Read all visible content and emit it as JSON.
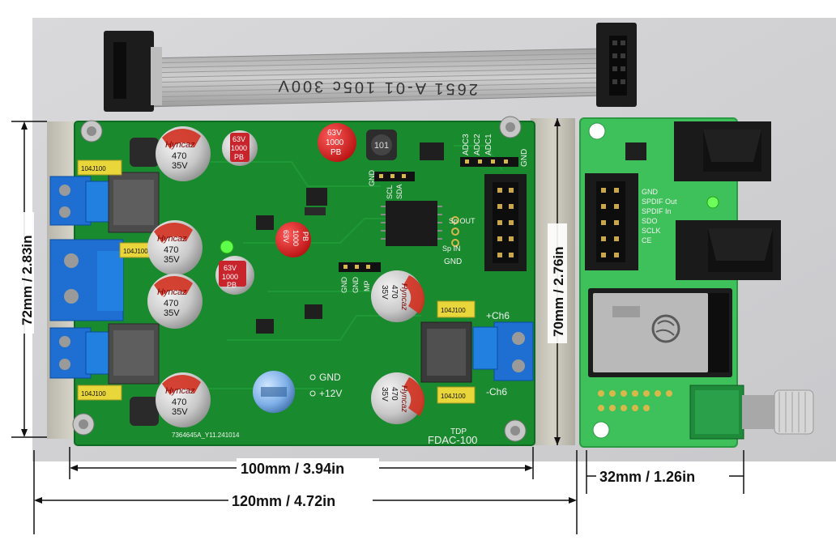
{
  "dimensions": {
    "width_100": "100mm / 3.94in",
    "width_120": "120mm / 4.72in",
    "width_32": "32mm / 1.26in",
    "height_72": "72mm / 2.83in",
    "height_70": "70mm / 2.76in"
  },
  "cable": {
    "text": "2651 A-01 105c 300V"
  },
  "main_board": {
    "labels": {
      "ch6_plus": "+Ch6",
      "ch6_minus": "-Ch6",
      "gnd": "GND",
      "plus12v": "+12V",
      "adc3": "ADC3",
      "adc2": "ADC2",
      "adc1": "ADC1",
      "gnd_header": "GND",
      "sp_out": "Sp OUT",
      "sp_in": "Sp IN",
      "gnd_sp": "GND",
      "sda": "SDA",
      "scl": "SCL",
      "gnd_i2c": "GND",
      "gnd1": "GND",
      "gnd2": "GND",
      "mp": "MP",
      "model": "FDAC-100",
      "tdp": "TDP",
      "serial": "7364645A_Y11.241014",
      "tol": "104J100",
      "inductor": "101"
    },
    "capacitors": {
      "hyncaz_brand": "Hyncaz",
      "hyncaz_value": "470",
      "hyncaz_voltage": "35V",
      "pb_voltage": "63V",
      "pb_value": "1000",
      "pb_code": "PB"
    }
  },
  "side_board": {
    "labels": {
      "gnd": "GND",
      "spdif_out": "SPDIF Out",
      "spdif_in": "SPDIF In",
      "sdo": "SDO",
      "sclk": "SCLK",
      "ce": "CE"
    }
  }
}
